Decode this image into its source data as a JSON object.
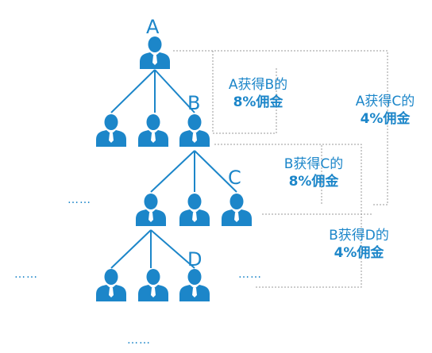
{
  "colors": {
    "person": "#1c86c9",
    "branch": "#1c86c9",
    "dotted": "#9a9a9a",
    "text": "#1c86c9"
  },
  "icon": "person-icon",
  "nodes": {
    "a": "A",
    "b": "B",
    "c": "C",
    "d": "D"
  },
  "commissions": [
    {
      "line1": "A获得B的",
      "line2": "8%佣金"
    },
    {
      "line1": "A获得C的",
      "line2": "4%佣金"
    },
    {
      "line1": "B获得C的",
      "line2": "8%佣金"
    },
    {
      "line1": "B获得D的",
      "line2": "4%佣金"
    }
  ],
  "ellipsis": "……"
}
